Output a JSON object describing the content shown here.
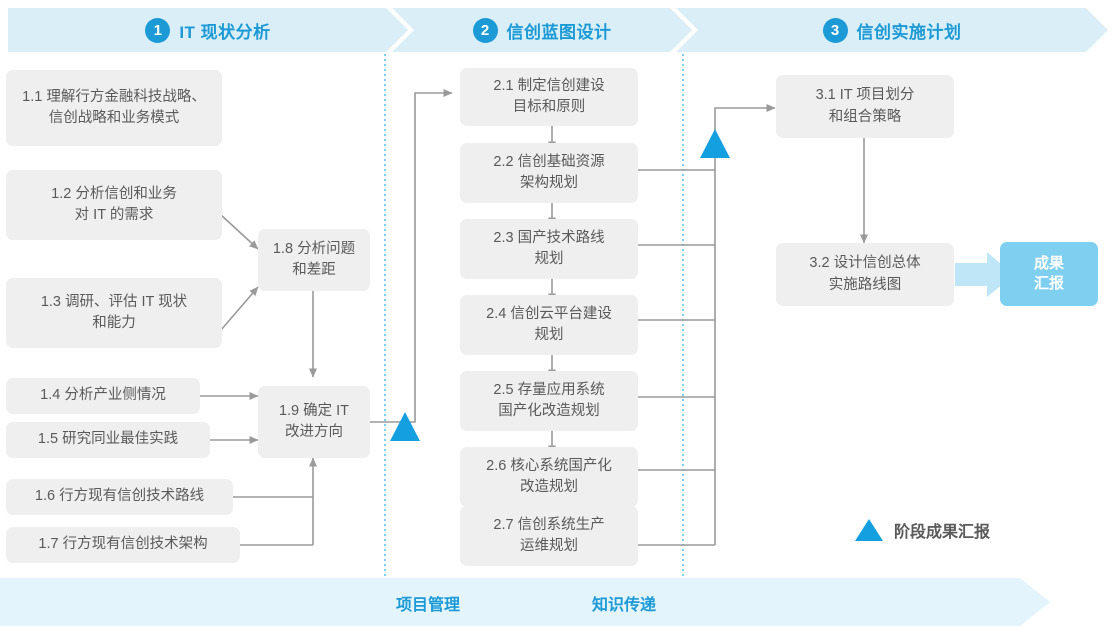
{
  "phases": [
    {
      "num": "1",
      "title": "IT 现状分析"
    },
    {
      "num": "2",
      "title": "信创蓝图设计"
    },
    {
      "num": "3",
      "title": "信创实施计划"
    }
  ],
  "boxes": {
    "b11": "1.1 理解行方金融科技战略、\n信创战略和业务模式",
    "b12": "1.2 分析信创和业务\n对 IT 的需求",
    "b13": "1.3 调研、评估 IT 现状\n和能力",
    "b14": "1.4 分析产业侧情况",
    "b15": "1.5 研究同业最佳实践",
    "b16": "1.6 行方现有信创技术路线",
    "b17": "1.7 行方现有信创技术架构",
    "b18": "1.8 分析问题\n和差距",
    "b19": "1.9 确定 IT\n改进方向",
    "b21": "2.1 制定信创建设\n目标和原则",
    "b22": "2.2 信创基础资源\n架构规划",
    "b23": "2.3 国产技术路线\n规划",
    "b24": "2.4 信创云平台建设\n规划",
    "b25": "2.5 存量应用系统\n国产化改造规划",
    "b26": "2.6 核心系统国产化\n改造规划",
    "b27": "2.7 信创系统生产\n运维规划",
    "b31": "3.1 IT 项目划分\n和组合策略",
    "b32": "3.2 设计信创总体\n实施路线图",
    "deliverable": "成果\n汇报"
  },
  "band": {
    "project_management": "项目管理",
    "knowledge_transfer": "知识传递"
  },
  "legend": {
    "milestone_label": "阶段成果汇报"
  },
  "colors": {
    "brand_blue": "#1C9AD6",
    "marker_blue": "#14A0E0",
    "accent_box": "#7FD0F0",
    "banner_fill": "#DAEEF8",
    "band_fill": "#E4F4FC",
    "box_fill": "#EFEFEF",
    "box_text": "#5A5A5A",
    "connector": "#9A9A9A",
    "divider_dotted": "#46BCE8"
  }
}
